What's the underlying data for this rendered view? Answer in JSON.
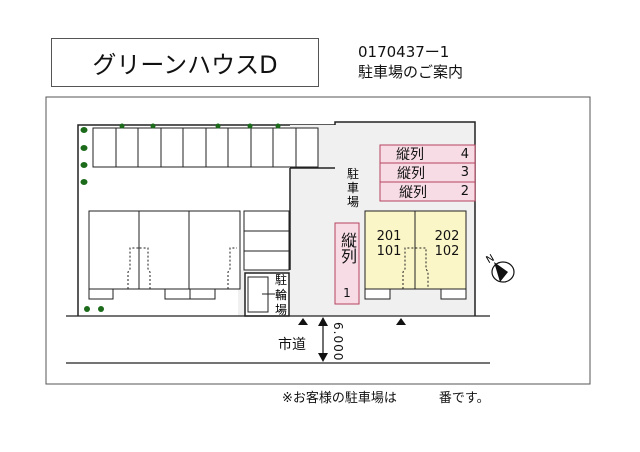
{
  "header": {
    "property_name": "グリーンハウスD",
    "property_code": "0170437ー1",
    "subtitle": "駐車場のご案内"
  },
  "map": {
    "parking_label": "駐車場",
    "bicycle_parking_label": "駐輪場",
    "road_label": "市道",
    "road_width": "6.000",
    "parking_rows": [
      {
        "label": "縦列",
        "number": "4"
      },
      {
        "label": "縦列",
        "number": "3"
      },
      {
        "label": "縦列",
        "number": "2"
      }
    ],
    "vertical_parking": {
      "label": "縦列",
      "number": "1"
    },
    "units": [
      {
        "upper": "201",
        "lower": "101"
      },
      {
        "upper": "202",
        "lower": "102"
      }
    ],
    "compass": {
      "label": "N",
      "icon": "north-arrow-icon"
    },
    "colors": {
      "parking_fill": "#f7dce6",
      "parking_border": "#b5455f",
      "unit_fill": "#fbf6c8",
      "lot_fill": "#f0f0f0",
      "tree": "#1b6b1b"
    }
  },
  "footer": {
    "note_prefix": "※お客様の駐車場は",
    "note_suffix": "番です。"
  }
}
